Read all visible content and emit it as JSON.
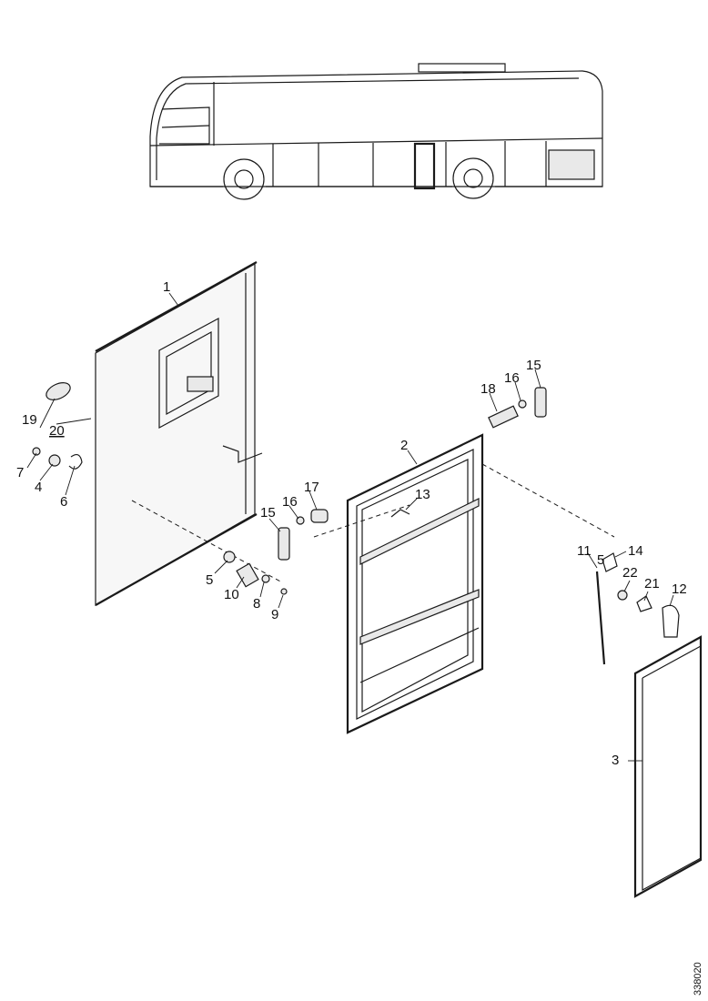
{
  "callouts": [
    {
      "id": "c1",
      "label": "1"
    },
    {
      "id": "c2",
      "label": "2"
    },
    {
      "id": "c3",
      "label": "3"
    },
    {
      "id": "c4",
      "label": "4"
    },
    {
      "id": "c5a",
      "label": "5"
    },
    {
      "id": "c5b",
      "label": "5"
    },
    {
      "id": "c6",
      "label": "6"
    },
    {
      "id": "c7",
      "label": "7"
    },
    {
      "id": "c8",
      "label": "8"
    },
    {
      "id": "c9",
      "label": "9"
    },
    {
      "id": "c10",
      "label": "10"
    },
    {
      "id": "c11",
      "label": "11"
    },
    {
      "id": "c12",
      "label": "12"
    },
    {
      "id": "c13",
      "label": "13"
    },
    {
      "id": "c14",
      "label": "14"
    },
    {
      "id": "c15a",
      "label": "15"
    },
    {
      "id": "c15b",
      "label": "15"
    },
    {
      "id": "c16a",
      "label": "16"
    },
    {
      "id": "c16b",
      "label": "16"
    },
    {
      "id": "c17",
      "label": "17"
    },
    {
      "id": "c18",
      "label": "18"
    },
    {
      "id": "c19",
      "label": "19"
    },
    {
      "id": "c20",
      "label": "20"
    },
    {
      "id": "c21",
      "label": "21"
    },
    {
      "id": "c22",
      "label": "22"
    }
  ],
  "drawing_code": "338020"
}
